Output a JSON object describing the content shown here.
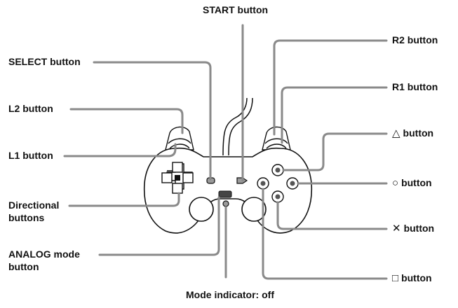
{
  "labels": {
    "start": "START button",
    "select": "SELECT button",
    "l2": "L2 button",
    "l1": "L1 button",
    "directional_1": "Directional",
    "directional_2": "buttons",
    "analog_1": "ANALOG mode",
    "analog_2": "button",
    "mode_indicator": "Mode indicator: off",
    "r2": "R2 button",
    "r1": "R1 button",
    "triangle": "button",
    "circle": "button",
    "cross": "button",
    "square": "button"
  },
  "symbols": {
    "triangle": "△",
    "circle": "○",
    "cross": "✕",
    "square": "□"
  },
  "colors": {
    "leader_line": "#8a8a8a",
    "outline": "#111111",
    "background": "#ffffff"
  }
}
